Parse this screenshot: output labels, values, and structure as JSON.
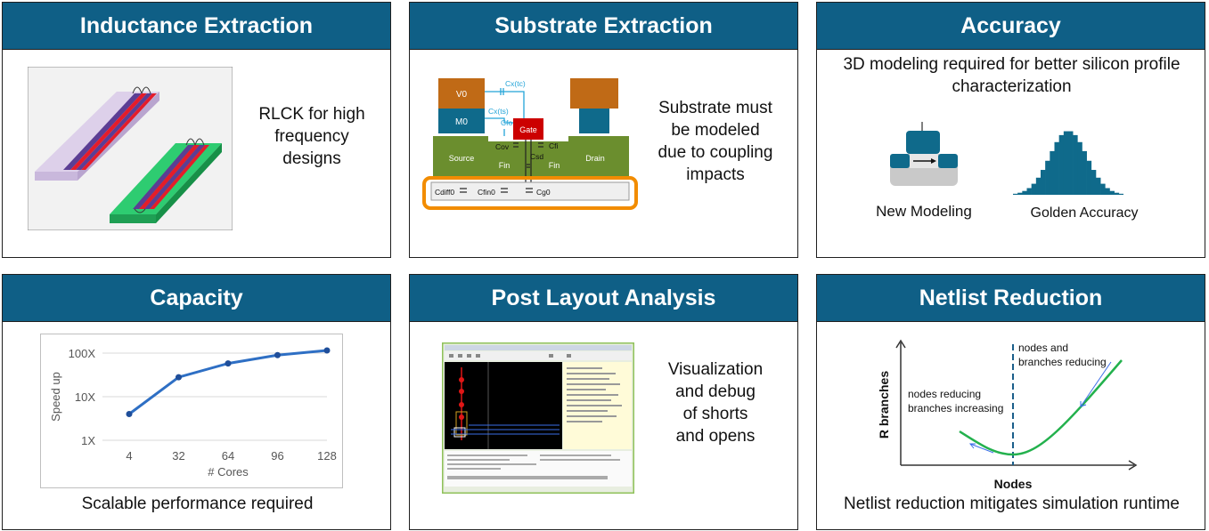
{
  "panels": {
    "inductance": {
      "title": "Inductance Extraction",
      "text": [
        "RLCK for high",
        "frequency",
        "designs"
      ]
    },
    "substrate": {
      "title": "Substrate Extraction",
      "text": [
        "Substrate must",
        "be modeled",
        "due to coupling",
        "impacts"
      ],
      "labels": {
        "v0": "V0",
        "m0": "M0",
        "cxtc": "Cx(tc)",
        "cxts": "Cx(ts)",
        "cfo": "Cfo",
        "gate": "Gate",
        "cov": "Cov",
        "cfi": "Cfi",
        "csd": "Csd",
        "source": "Source",
        "fin1": "Fin",
        "fin2": "Fin",
        "drain": "Drain",
        "cdiff0": "Cdiff0",
        "cfin0": "Cfin0",
        "cg0": "Cg0"
      }
    },
    "accuracy": {
      "title": "Accuracy",
      "text": [
        "3D modeling required for better silicon profile",
        "characterization"
      ],
      "new_modeling": "New Modeling",
      "golden": "Golden Accuracy"
    },
    "capacity": {
      "title": "Capacity",
      "caption": "Scalable performance required"
    },
    "post_layout": {
      "title": "Post Layout Analysis",
      "text": [
        "Visualization",
        "and debug",
        "of shorts",
        "and opens"
      ]
    },
    "netlist": {
      "title": "Netlist Reduction",
      "caption": "Netlist reduction mitigates simulation runtime",
      "ylabel": "R branches",
      "xlabel": "Nodes",
      "annot_right": [
        "nodes and",
        "branches reducing"
      ],
      "annot_left": [
        "nodes reducing",
        "branches increasing"
      ]
    }
  },
  "chart_data": {
    "type": "line",
    "x": [
      4,
      32,
      64,
      96,
      128
    ],
    "categories": [
      "4",
      "32",
      "64",
      "96",
      "128"
    ],
    "values": [
      4,
      28,
      58,
      90,
      115
    ],
    "xlabel": "# Cores",
    "ylabel": "Speed up",
    "yscale": "log",
    "ylim": [
      1,
      100
    ],
    "yticks": [
      "1X",
      "10X",
      "100X"
    ],
    "grid": "horizontal",
    "colors": {
      "line": "#2e6fc4",
      "marker": "#1f4e9a"
    }
  }
}
